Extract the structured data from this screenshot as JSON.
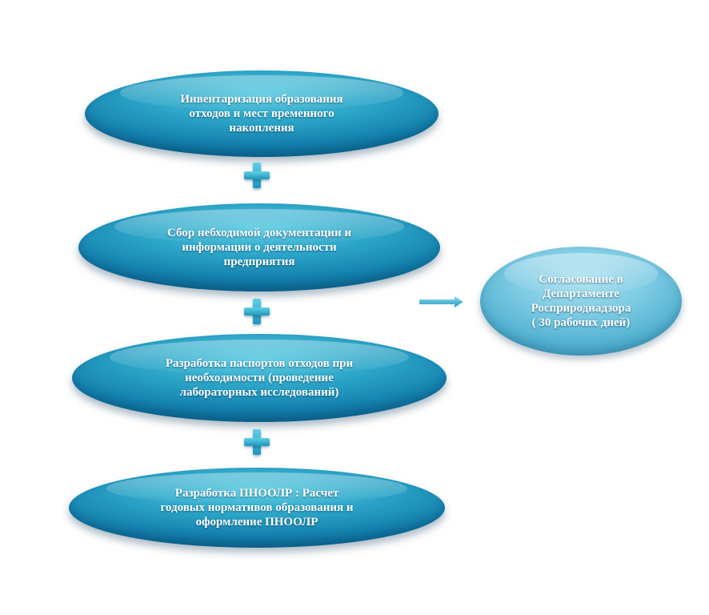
{
  "steps": [
    {
      "label": "Инвентаризация образования\nотходов и мест временного\nнакопления"
    },
    {
      "label": "Сбор небходимой документации и\nинформации о деятельности\nпредприятия"
    },
    {
      "label": "Разработка  паспортов отходов при\nнеобходимости (проведение\nлабораторных исследований)"
    },
    {
      "label": "Разработка ПНООЛР : Расчет\nгодовых нормативов образования  и\nоформление ПНООЛР"
    }
  ],
  "final_step": {
    "label": "Согласование в\nДепартаменте\nРосприроднадзора\n( 30 рабочих дней)"
  },
  "colors": {
    "step_fill": "#2ba4c7",
    "final_fill": "#7fcce4",
    "connector": "#3bb8d8"
  },
  "icons": {
    "connector": "plus-icon",
    "transition": "arrow-right-icon"
  }
}
